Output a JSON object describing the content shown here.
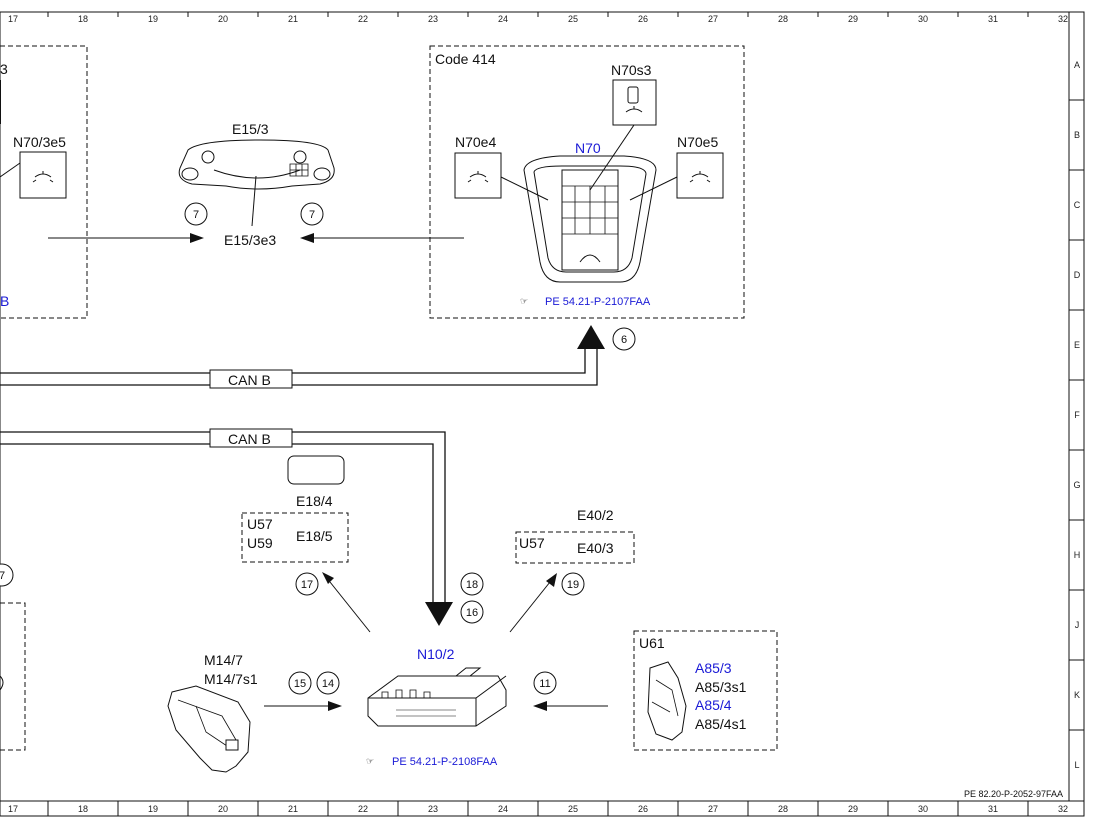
{
  "grid": {
    "columns": [
      "17",
      "18",
      "19",
      "20",
      "21",
      "22",
      "23",
      "24",
      "25",
      "26",
      "27",
      "28",
      "29",
      "30",
      "31",
      "32"
    ],
    "rows": [
      "A",
      "B",
      "C",
      "D",
      "E",
      "F",
      "G",
      "H",
      "J",
      "K",
      "L"
    ]
  },
  "left_partial_box": {
    "label_top": "3",
    "component": "N70/3e5",
    "label_bottom": "B"
  },
  "roof_light": {
    "component": "E15/3",
    "lamp": "E15/3e3",
    "circle_left": "7",
    "circle_right": "7"
  },
  "code_box": {
    "title": "Code 414",
    "switch_top": "N70s3",
    "lamp_left": "N70e4",
    "module": "N70",
    "lamp_right": "N70e5",
    "reference": "PE 54.21-P-2107FAA",
    "circle": "6"
  },
  "bus": {
    "label_upper": "CAN B",
    "label_lower": "CAN B"
  },
  "e18_box": {
    "top": "E18/4",
    "u57": "U57",
    "u59": "U59",
    "comp": "E18/5",
    "circle": "17"
  },
  "e40_box": {
    "top": "E40/2",
    "u57": "U57",
    "comp": "E40/3",
    "circle": "19"
  },
  "center": {
    "module": "N10/2",
    "circle_a": "18",
    "circle_b": "16",
    "reference": "PE 54.21-P-2108FAA"
  },
  "motor": {
    "label1": "M14/7",
    "label2": "M14/7s1",
    "circle_a": "15",
    "circle_b": "14"
  },
  "u61_box": {
    "title": "U61",
    "l1": "A85/3",
    "l2": "A85/3s1",
    "l3": "A85/4",
    "l4": "A85/4s1",
    "circle": "11"
  },
  "left_edge_circle": "7",
  "footer_ref": "PE 82.20-P-2052-97FAA",
  "colors": {
    "blue": "#1a1ad6",
    "line": "#111111"
  }
}
